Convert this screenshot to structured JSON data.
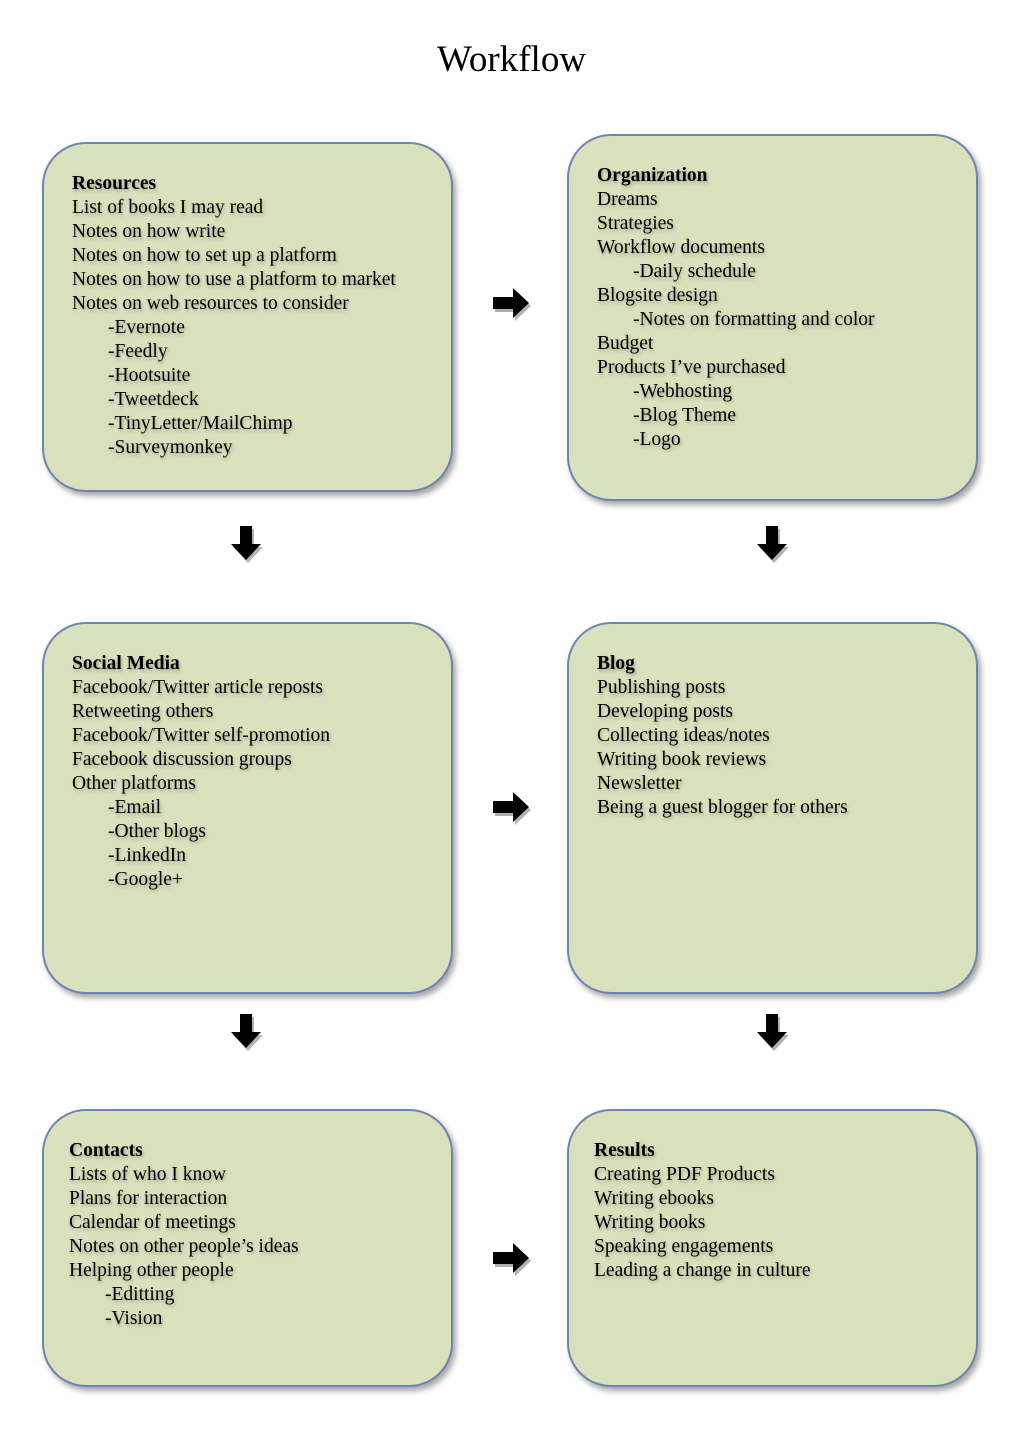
{
  "title": "Workflow",
  "boxes": {
    "resources": {
      "heading": "Resources",
      "items": [
        "List of books I may read",
        "Notes on how write",
        "Notes on how to set up a platform",
        "Notes on how to use a platform to market",
        "Notes on web resources to consider"
      ],
      "subitems": [
        "-Evernote",
        "-Feedly",
        "-Hootsuite",
        "-Tweetdeck",
        "-TinyLetter/MailChimp",
        "-Surveymonkey"
      ]
    },
    "organization": {
      "heading": "Organization",
      "lines": [
        {
          "text": "Dreams"
        },
        {
          "text": "Strategies"
        },
        {
          "text": "Workflow documents"
        },
        {
          "text": "-Daily schedule",
          "sub": true
        },
        {
          "text": "Blogsite design"
        },
        {
          "text": "-Notes on formatting and color",
          "sub": true
        },
        {
          "text": "Budget"
        },
        {
          "text": "Products I’ve purchased"
        },
        {
          "text": "-Webhosting",
          "sub": true
        },
        {
          "text": "-Blog Theme",
          "sub": true
        },
        {
          "text": "-Logo",
          "sub": true
        }
      ]
    },
    "social_media": {
      "heading": "Social Media",
      "items": [
        "Facebook/Twitter article reposts",
        "Retweeting others",
        "Facebook/Twitter self-promotion",
        "Facebook discussion groups",
        "Other platforms"
      ],
      "subitems": [
        "-Email",
        "-Other blogs",
        "-LinkedIn",
        "-Google+"
      ]
    },
    "blog": {
      "heading": "Blog",
      "items": [
        "Publishing posts",
        "Developing posts",
        "Collecting ideas/notes",
        "Writing book reviews",
        "Newsletter",
        "Being a guest blogger for others"
      ]
    },
    "contacts": {
      "heading": "Contacts",
      "items": [
        "Lists of who I know",
        "Plans for interaction",
        "Calendar of meetings",
        "Notes on other people’s ideas",
        "Helping other people"
      ],
      "subitems": [
        "-Editting",
        "-Vision"
      ]
    },
    "results": {
      "heading": "Results",
      "items": [
        "Creating PDF Products",
        "Writing ebooks",
        "Writing books",
        "Speaking engagements",
        "Leading a change in culture"
      ]
    }
  },
  "colors": {
    "box_fill": "#dae1bd",
    "box_border": "#6b86b3",
    "arrow": "#000000"
  }
}
